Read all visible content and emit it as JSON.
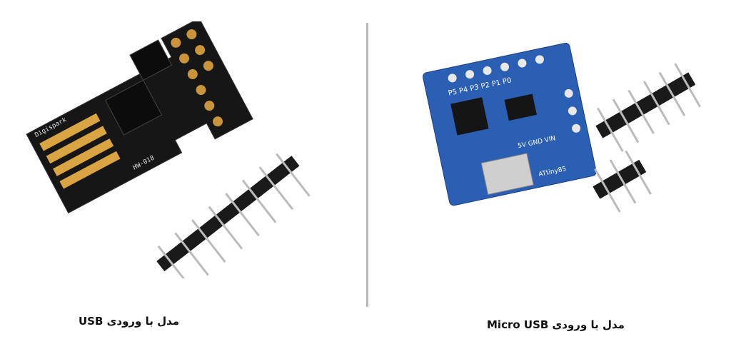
{
  "left": {
    "caption": "مدل با ورودی USB",
    "board_labels": {
      "brand": "Digispark",
      "model": "HW-018"
    }
  },
  "right": {
    "caption": "مدل با ورودی Micro USB",
    "board_labels": {
      "pins": "P5 P4 P3 P2 P1 P0",
      "power": "5V GND VIN",
      "chip": "ATtiny85"
    }
  },
  "colors": {
    "left_pcb": "#141414",
    "right_pcb": "#2a5fb4",
    "gold": "#d9a441",
    "header": "#1a1a1a"
  }
}
